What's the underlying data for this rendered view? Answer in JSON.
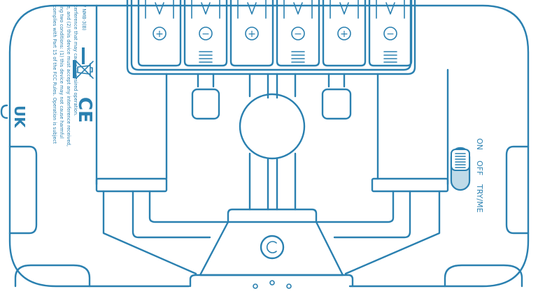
{
  "fcc_text": [
    "complies with Part 15 of the FCC Rules. Operation is subject",
    "ing two conditions: (1) this device may not cause harmful",
    "e, and (2) this device must accept any interference received,",
    "terference that may cause undesired operation.",
    "/ NMB-3(B)"
  ],
  "marks": {
    "ce": "CE",
    "ukca": "UK"
  },
  "battery_polarity": [
    "+",
    "−",
    "+",
    "−",
    "+",
    "−"
  ],
  "switch": {
    "positions": [
      "ON",
      "OFF",
      "TRY/ME"
    ],
    "selected": "TRY/ME"
  },
  "colors": {
    "line": "#2a80b0",
    "switch_fill": "#b8d6e6",
    "background": "#ffffff"
  },
  "icons": [
    "weee-crossed-bin-icon",
    "ce-mark-icon",
    "ukca-mark-icon",
    "power-jack-icon"
  ]
}
